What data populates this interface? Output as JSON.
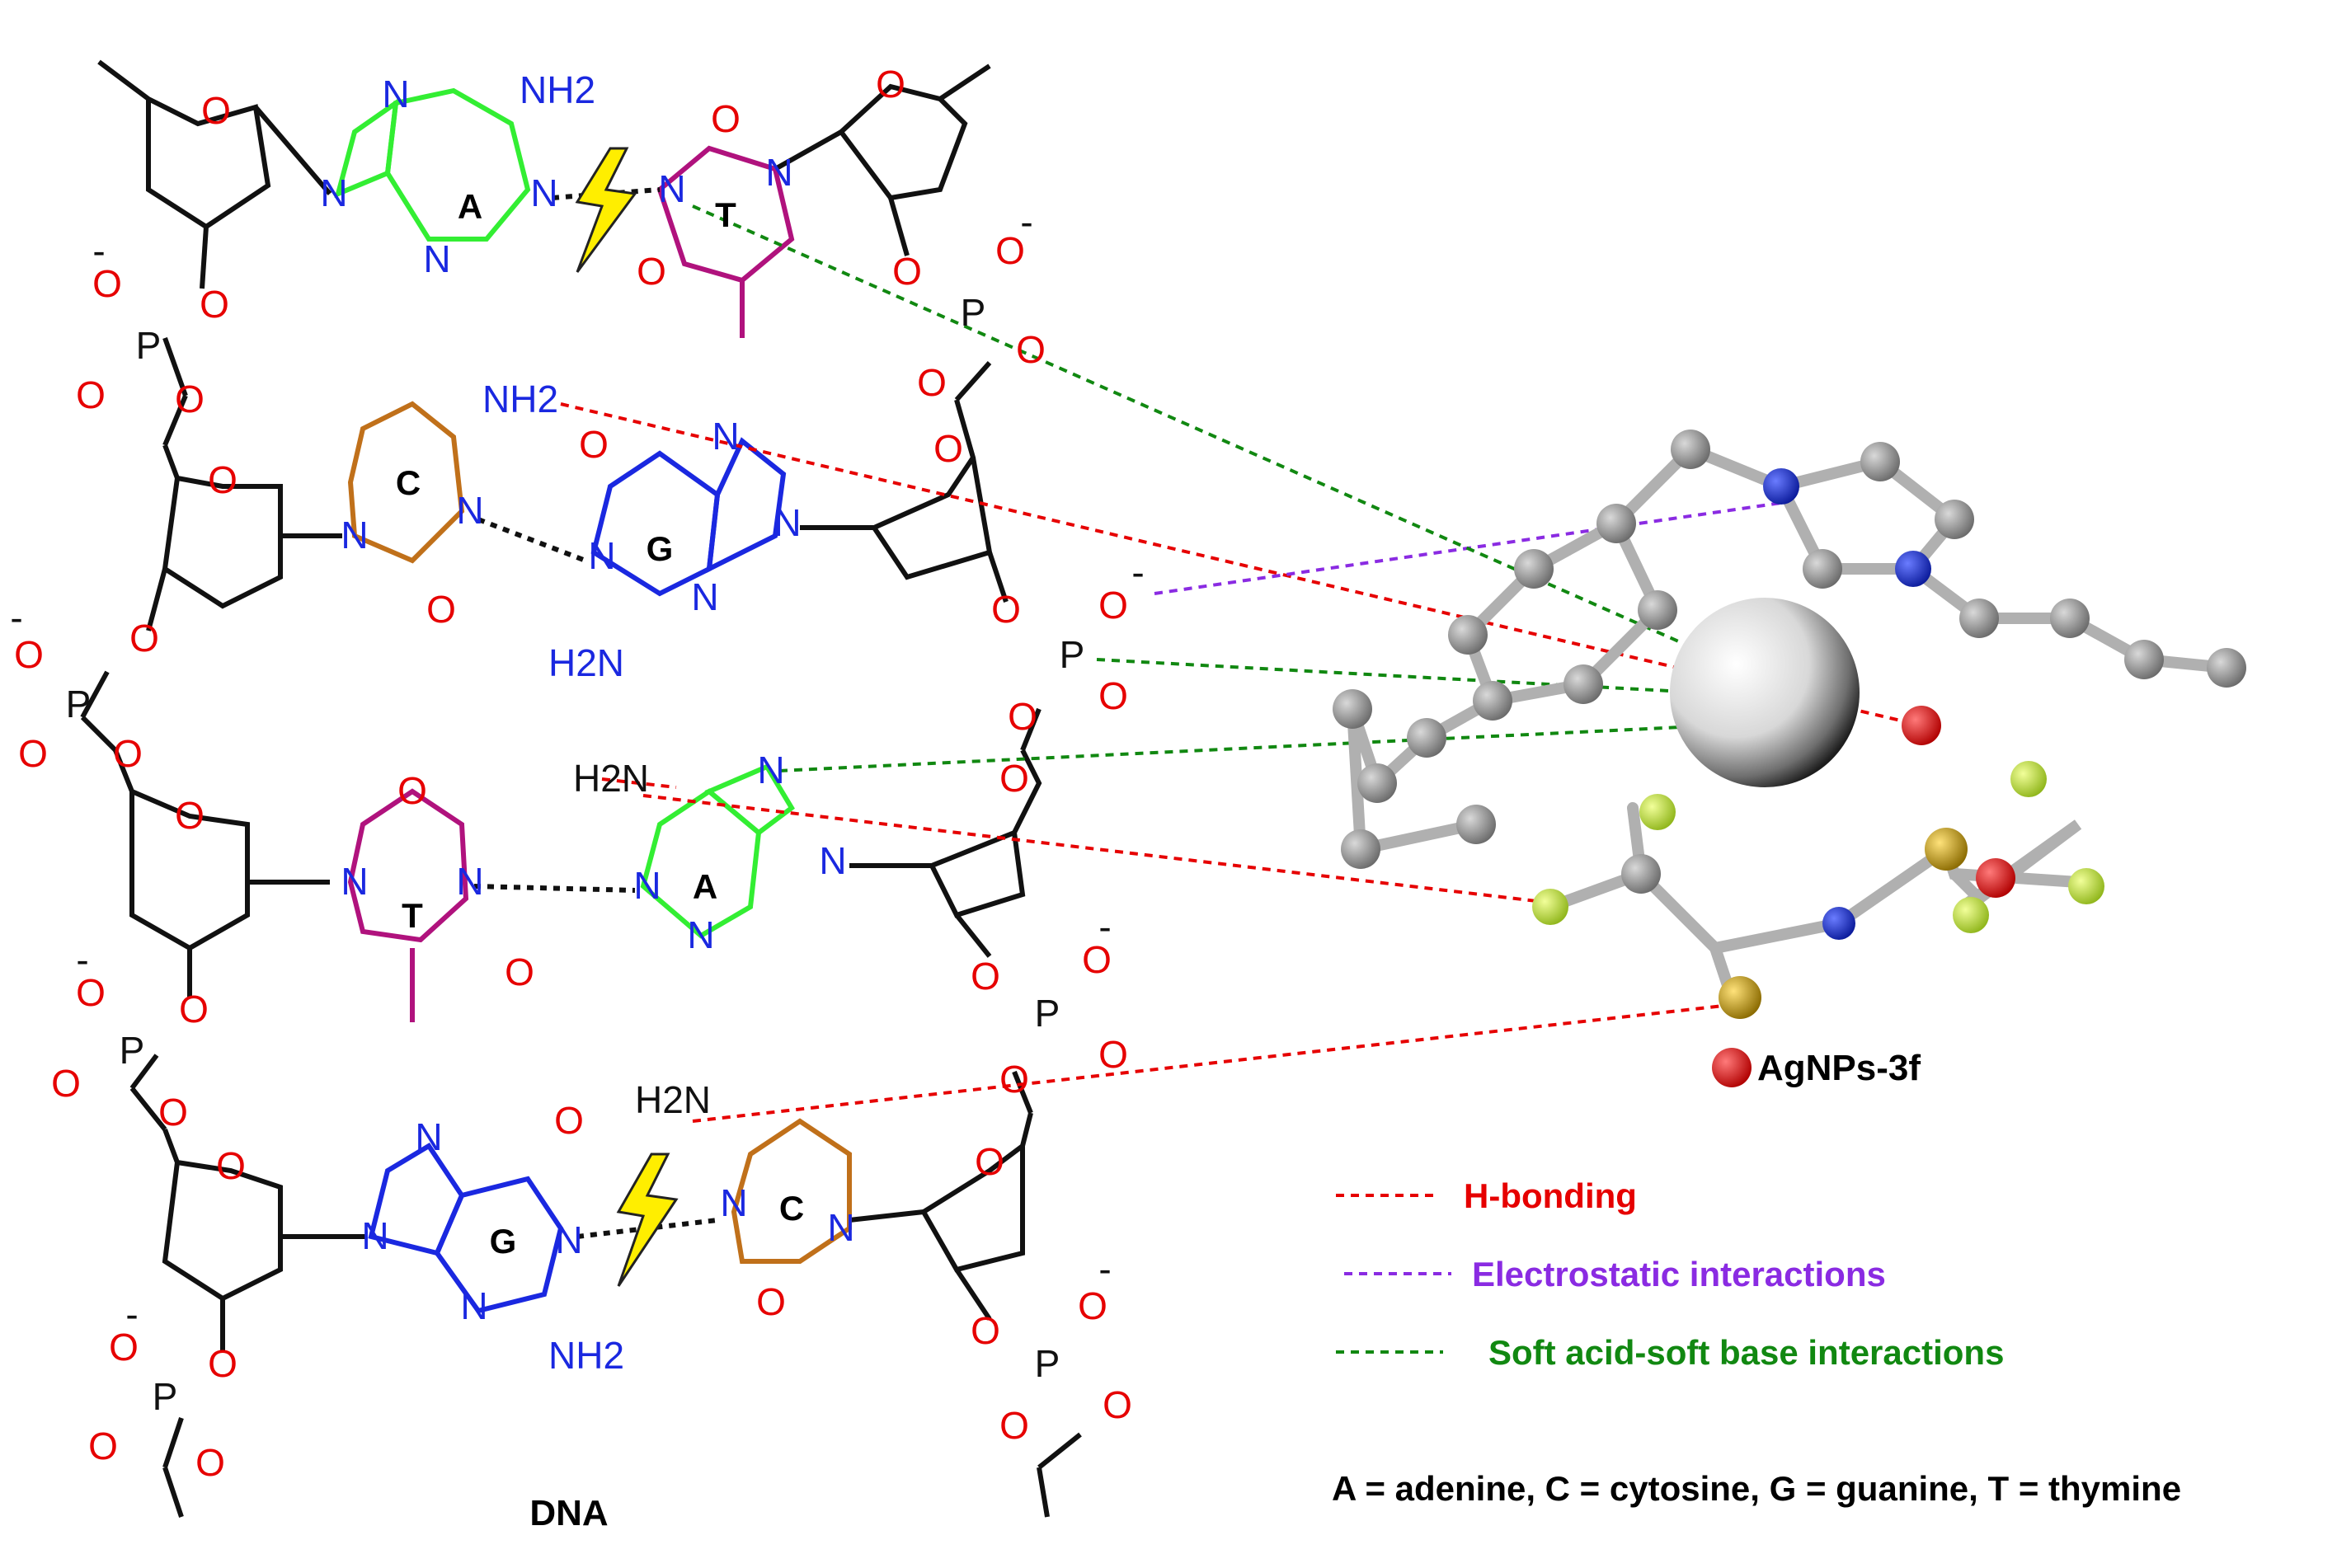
{
  "colors": {
    "adenine": "#33ee33",
    "thymine": "#b0127d",
    "cytosine": "#c0701a",
    "guanine": "#1a28e0",
    "oxygen": "#e60000",
    "nitrogen_adenine": "#1a28e0",
    "backbone": "#111111",
    "hbond": "#e60000",
    "electrostatic": "#8a2be2",
    "softacid": "#118811",
    "carbon_ball": "#8c8c8c",
    "fluorine": "#b8e03a",
    "sulfur": "#b8920a",
    "silver": "#e9e9e9"
  },
  "bases": {
    "pair1": {
      "left": "A",
      "right": "T"
    },
    "pair2": {
      "left": "C",
      "right": "G"
    },
    "pair3": {
      "left": "T",
      "right": "A"
    },
    "pair4": {
      "left": "G",
      "right": "C"
    }
  },
  "atoms": {
    "N": "N",
    "O": "O",
    "P": "P",
    "NH2": "NH2",
    "H2N": "H2N",
    "minus": "-"
  },
  "labels": {
    "dna": "DNA",
    "nanoparticle": "AgNPs-3f"
  },
  "legend": {
    "hbond": "H-bonding",
    "electrostatic": "Electrostatic interactions",
    "softacid": "Soft acid-soft base interactions"
  },
  "footnote": "A = adenine, C = cytosine, G = guanine, T = thymine",
  "icons": [
    "lightning-bolt-icon"
  ]
}
